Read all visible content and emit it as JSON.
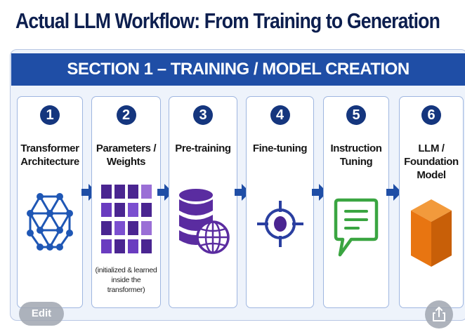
{
  "title": "Actual LLM Workflow: From Training to Generation",
  "section_banner": "SECTION 1 – TRAINING / MODEL CREATION",
  "steps": [
    {
      "number": "1",
      "label_lines": [
        "Transformer",
        "Architecture"
      ],
      "icon": "neural-network-icon"
    },
    {
      "number": "2",
      "label_lines": [
        "Parameters /",
        "Weights"
      ],
      "icon": "weights-grid-icon",
      "note_lines": [
        "(initialized & learned",
        "inside the transformer)"
      ]
    },
    {
      "number": "3",
      "label_lines": [
        "Pre-training"
      ],
      "icon": "database-globe-icon"
    },
    {
      "number": "4",
      "label_lines": [
        "Fine-tuning"
      ],
      "icon": "target-icon"
    },
    {
      "number": "5",
      "label_lines": [
        "Instruction",
        "Tuning"
      ],
      "icon": "chat-bubble-icon"
    },
    {
      "number": "6",
      "label_lines": [
        "LLM /",
        "Foundation",
        "Model"
      ],
      "icon": "cube-icon"
    }
  ],
  "buttons": {
    "edit": "Edit",
    "share_icon": "share-icon"
  },
  "colors": {
    "navy": "#0d1f4f",
    "banner": "#1f4ea6",
    "step_number": "#15367e",
    "neural": "#1f57b5",
    "purple": "#5a2ca0",
    "fine_tune": "#2a3fa0",
    "chat_green": "#3aa541",
    "cube_orange": "#e87511"
  }
}
